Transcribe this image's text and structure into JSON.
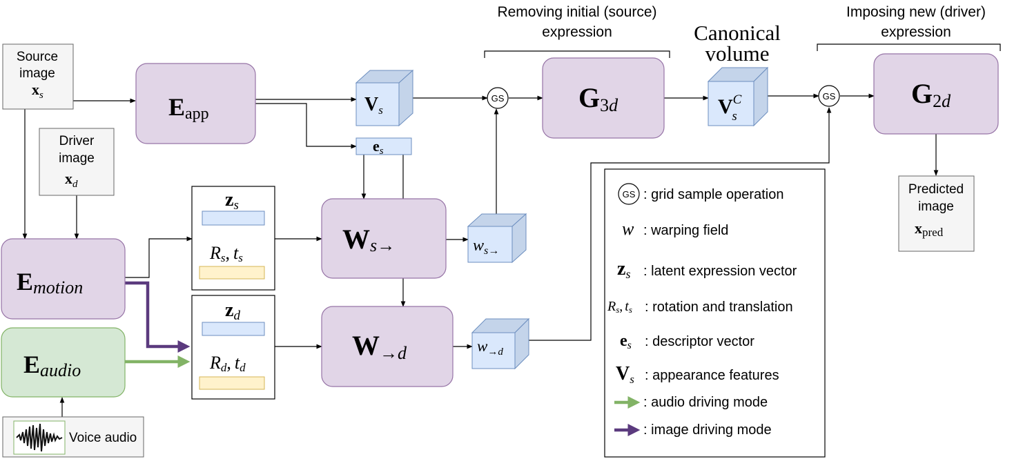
{
  "headers": {
    "removing_line1": "Removing initial (source)",
    "removing_line2": "expression",
    "canonical_line1": "Canonical",
    "canonical_line2": "volume",
    "imposing_line1": "Imposing new (driver)",
    "imposing_line2": "expression"
  },
  "inputs": {
    "source_line1": "Source",
    "source_line2": "image",
    "driver_line1": "Driver",
    "driver_line2": "image",
    "voice": "Voice audio",
    "predicted_line1": "Predicted",
    "predicted_line2": "image"
  },
  "math": {
    "E": "E",
    "app": "app",
    "motion": "motion",
    "audio": "audio",
    "G": "G",
    "g3": "3",
    "g2": "2",
    "d": "d",
    "s": "s",
    "V": "V",
    "C": "C",
    "e": "e",
    "W": "W",
    "x": "x",
    "pred": "pred",
    "z": "z",
    "w": "w",
    "arrow": "→",
    "R": "R",
    "t": "t",
    "comma": ","
  },
  "gs_label": "GS",
  "legend": {
    "gs": ": grid sample operation",
    "w": ": warping field",
    "z": ": latent expression vector",
    "rt": ": rotation and translation",
    "e": ": descriptor vector",
    "v": ": appearance features",
    "audio": ": audio driving mode",
    "image": ": image driving mode"
  },
  "colors": {
    "purple_fill": "#e1d5e7",
    "purple_stroke": "#9673a6",
    "green_fill": "#d5e8d4",
    "green_stroke": "#82b366",
    "blue_fill": "#dae8fc",
    "blue_stroke": "#6c8ebf",
    "yellow_fill": "#fff2cc",
    "yellow_stroke": "#d6b656",
    "gray_fill": "#f5f5f5",
    "gray_stroke": "#666666",
    "audio_arrow": "#82b366",
    "image_arrow": "#5b3a7e"
  }
}
